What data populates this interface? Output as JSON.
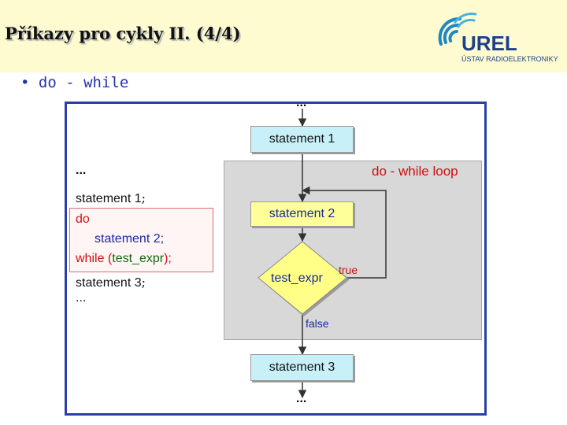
{
  "header": {
    "title": "Příkazy pro cykly II. (4/4)",
    "logo_name": "UREL",
    "logo_subtitle": "ÚSTAV RADIOELEKTRONIKY",
    "background": "#fdfbcf"
  },
  "bullet": {
    "symbol": "•",
    "text": "do - while"
  },
  "code": {
    "ellipsis_top": "...",
    "stmt1": "statement 1",
    "semi1": ";",
    "do": "do",
    "stmt2": "statement 2;",
    "while_kw": "while",
    "paren_open": "(",
    "test_expr": "test_expr",
    "paren_close": ")",
    "semi_while": ";",
    "stmt3": "statement 3",
    "semi3": ";",
    "ellipsis_bottom": "..."
  },
  "flowchart": {
    "ellipsis_top": "...",
    "box_statement1": "statement 1",
    "loop_label_1": "do - while",
    "loop_label_2": "loop",
    "box_statement2": "statement 2",
    "decision": "test_expr",
    "true_label": "true",
    "false_label": "false",
    "box_statement3": "statement 3",
    "ellipsis_bottom": "..."
  },
  "colors": {
    "frame": "#2a3ea8",
    "keyword_red": "#cc1111",
    "text_blue": "#1a2a99",
    "expr_green": "#116611",
    "statement_box": "#c8f0f8",
    "highlight_box": "#ffff99",
    "decision_fill": "#ffff88",
    "loop_area": "#d8d8d8"
  }
}
